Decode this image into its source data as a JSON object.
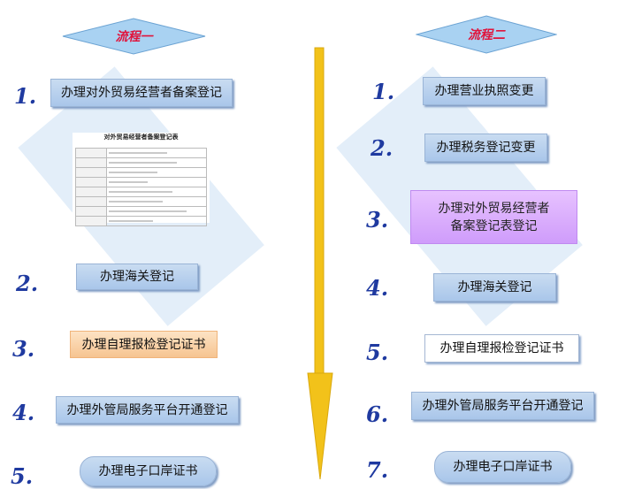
{
  "process_one": {
    "title": "流程一",
    "steps": [
      {
        "num": "1.",
        "label": "办理对外贸易经营者备案登记"
      },
      {
        "num": "2.",
        "label": "办理海关登记"
      },
      {
        "num": "3.",
        "label": "办理自理报检登记证书"
      },
      {
        "num": "4.",
        "label": "办理外管局服务平台开通登记"
      },
      {
        "num": "5.",
        "label": "办理电子口岸证书"
      }
    ],
    "document_title": "对外贸易经营者备案登记表"
  },
  "process_two": {
    "title": "流程二",
    "steps": [
      {
        "num": "1.",
        "label": "办理营业执照变更"
      },
      {
        "num": "2.",
        "label": "办理税务登记变更"
      },
      {
        "num": "3.",
        "label": "办理对外贸易经营者备案登记表登记"
      },
      {
        "num": "4.",
        "label": "办理海关登记"
      },
      {
        "num": "5.",
        "label": "办理自理报检登记证书"
      },
      {
        "num": "6.",
        "label": "办理外管局服务平台开通登记"
      },
      {
        "num": "7.",
        "label": "办理电子口岸证书"
      }
    ]
  },
  "colors": {
    "number": "#1f3aa0",
    "diamond_fill": "#a9d2f2",
    "diamond_text": "#e0143c",
    "arrow": "#f2c21a"
  }
}
